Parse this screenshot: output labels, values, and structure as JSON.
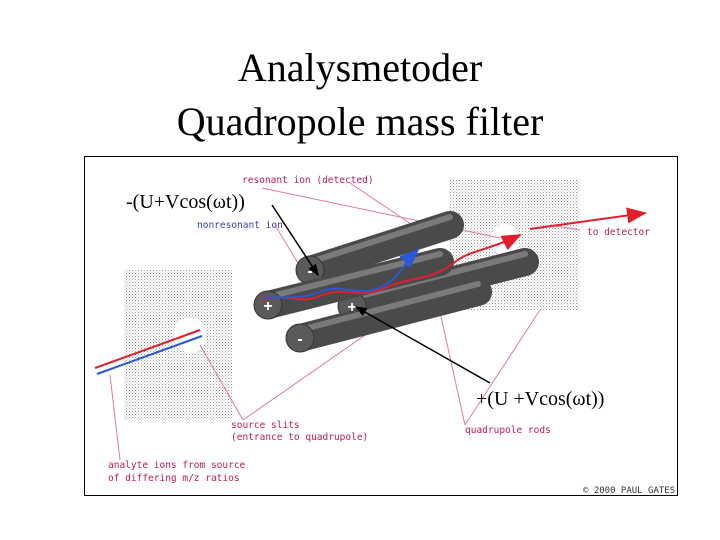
{
  "title_line1": "Analysmetoder",
  "title_line2": "Quadropole mass filter",
  "diagram": {
    "resonant_ion_label": "resonant ion (detected)",
    "nonresonant_ion_label": "nonresonant ion",
    "to_detector_label": "to detector",
    "source_slits_line1": "source slits",
    "source_slits_line2": "(entrance to quadrupole)",
    "quadrupole_rods_label": "quadrupole rods",
    "analyte_line1": "analyte ions from source",
    "analyte_line2": "of differing m/z ratios",
    "copyright": "© 2000 PAUL GATES",
    "eq_top": "-(U+Vcos(ωt))",
    "eq_bottom": "+(U +Vcos(ωt))",
    "rod_signs": [
      "-",
      "+",
      "+",
      "-"
    ],
    "colors": {
      "ion_red": "#e0202a",
      "ion_blue": "#2a58d8",
      "label_pink": "#c2185b",
      "rod": "#555555"
    }
  }
}
